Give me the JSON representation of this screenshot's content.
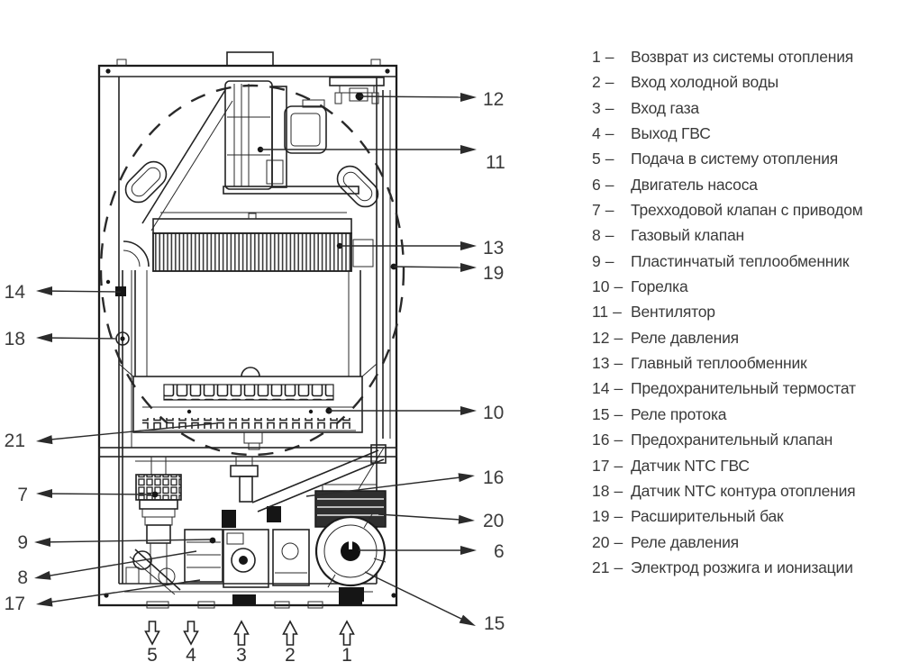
{
  "colors": {
    "background": "#ffffff",
    "line": "#232323",
    "text": "#3a3a3a"
  },
  "legend": {
    "dash": "–",
    "items": [
      {
        "num": "1",
        "label": "Возврат из системы отопления"
      },
      {
        "num": "2",
        "label": "Вход холодной воды"
      },
      {
        "num": "3",
        "label": "Вход газа"
      },
      {
        "num": "4",
        "label": "Выход ГВС"
      },
      {
        "num": "5",
        "label": "Подача в систему отопления"
      },
      {
        "num": "6",
        "label": "Двигатель насоса"
      },
      {
        "num": "7",
        "label": "Трехходовой клапан с приводом"
      },
      {
        "num": "8",
        "label": "Газовый клапан"
      },
      {
        "num": "9",
        "label": "Пластинчатый теплообменник"
      },
      {
        "num": "10",
        "label": "Горелка"
      },
      {
        "num": "11",
        "label": "Вентилятор"
      },
      {
        "num": "12",
        "label": "Реле давления"
      },
      {
        "num": "13",
        "label": "Главный теплообменник"
      },
      {
        "num": "14",
        "label": "Предохранительный термостат"
      },
      {
        "num": "15",
        "label": "Реле протока"
      },
      {
        "num": "16",
        "label": "Предохранительный клапан"
      },
      {
        "num": "17",
        "label": "Датчик NTC ГВС"
      },
      {
        "num": "18",
        "label": "Датчик NTC контура отопления"
      },
      {
        "num": "19",
        "label": "Расширительный бак"
      },
      {
        "num": "20",
        "label": "Реле давления"
      },
      {
        "num": "21",
        "label": "Электрод розжига и ионизации"
      }
    ]
  },
  "callouts": {
    "left": [
      {
        "num": "14"
      },
      {
        "num": "18"
      },
      {
        "num": "21"
      },
      {
        "num": "7"
      },
      {
        "num": "9"
      },
      {
        "num": "8"
      },
      {
        "num": "17"
      }
    ],
    "right": [
      {
        "num": "12"
      },
      {
        "num": "11"
      },
      {
        "num": "13"
      },
      {
        "num": "19"
      },
      {
        "num": "10"
      },
      {
        "num": "16"
      },
      {
        "num": "20"
      },
      {
        "num": "6"
      },
      {
        "num": "15"
      }
    ],
    "bottom": [
      {
        "num": "5",
        "direction": "down"
      },
      {
        "num": "4",
        "direction": "down"
      },
      {
        "num": "3",
        "direction": "up"
      },
      {
        "num": "2",
        "direction": "up"
      },
      {
        "num": "1",
        "direction": "up"
      }
    ]
  }
}
